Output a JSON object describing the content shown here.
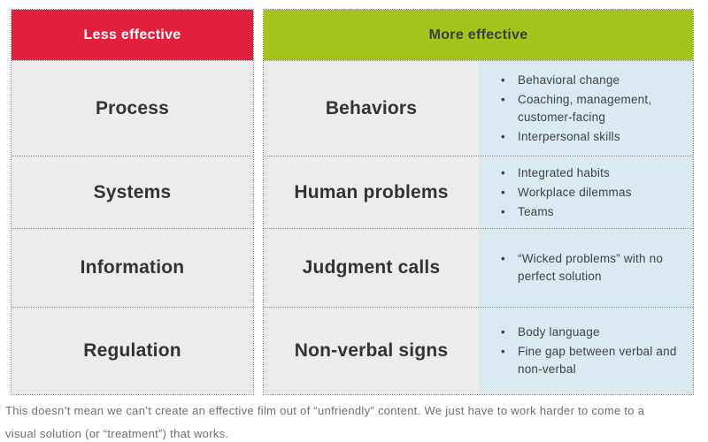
{
  "less_effective": {
    "header": "Less effective",
    "rows": [
      "Process",
      "Systems",
      "Information",
      "Regulation"
    ]
  },
  "more_effective": {
    "header": "More effective",
    "rows": [
      {
        "label": "Behaviors",
        "bullets": [
          "Behavioral change",
          "Coaching, management, customer-facing",
          "Interpersonal skills"
        ]
      },
      {
        "label": "Human problems",
        "bullets": [
          "Integrated habits",
          "Workplace dilemmas",
          "Teams"
        ]
      },
      {
        "label": "Judgment calls",
        "bullets": [
          "“Wicked problems” with no perfect solution"
        ]
      },
      {
        "label": "Non-verbal signs",
        "bullets": [
          "Body language",
          "Fine gap between verbal and non-verbal"
        ]
      }
    ]
  },
  "footer": {
    "text": "This doesn’t mean we can’t create an effective film out of “unfriendly” content. We just have to work harder to come to a visual solution (or “treatment”) that works."
  },
  "colors": {
    "less_header_bg": "#E21F3C",
    "more_header_bg": "#A2C41B",
    "row_bg": "#ECECEC",
    "bullets_bg": "#D9EAF2",
    "border": "#8A8A8A",
    "footer_text": "#6E6E6E"
  }
}
